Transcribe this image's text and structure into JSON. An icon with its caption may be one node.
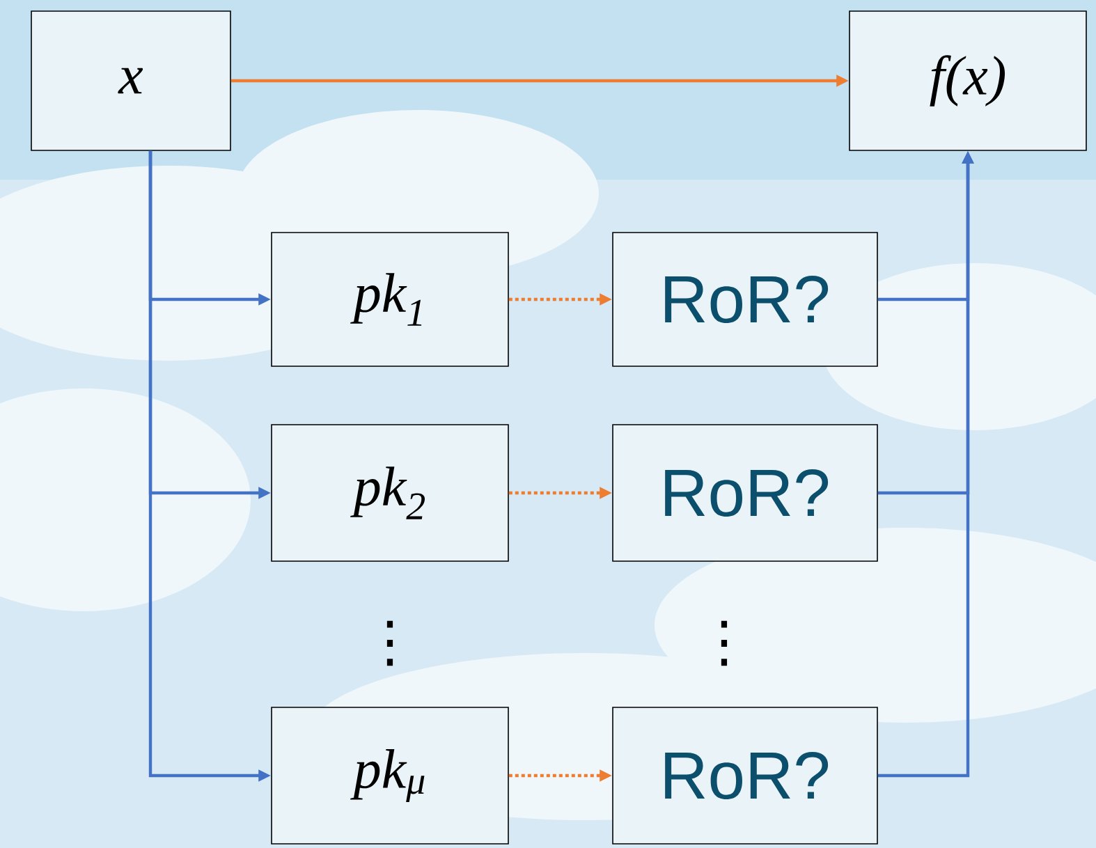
{
  "diagram": {
    "nodes": [
      {
        "text": [
          "x"
        ]
      },
      {
        "text": [
          "f(x)"
        ]
      },
      {
        "text": [
          "pk$_{1}$"
        ]
      },
      {
        "text": [
          "RoR?"
        ]
      },
      {
        "text": [
          "pk$_{2}$"
        ]
      },
      {
        "text": [
          "RoR?"
        ]
      },
      {
        "text": [
          "pk$_{μ}$"
        ]
      },
      {
        "text": [
          "RoR?"
        ]
      }
    ],
    "edges": [
      {
        "from": 0,
        "to": 1,
        "arrow": "to",
        "color": "#ed7d31"
      },
      {
        "from": 0,
        "to": 2,
        "arrow": "to"
      },
      {
        "from": 0,
        "to": 4,
        "arrow": "to"
      },
      {
        "from": 0,
        "to": 6,
        "arrow": "to"
      },
      {
        "from": 2,
        "to": 3,
        "arrow": "to",
        "style": "dashed",
        "color": "#ed7d31"
      },
      {
        "from": 4,
        "to": 5,
        "arrow": "to",
        "style": "dashed",
        "color": "#ed7d31"
      },
      {
        "from": 6,
        "to": 7,
        "arrow": "to",
        "style": "dashed",
        "color": "#ed7d31"
      },
      {
        "from": 3,
        "to": 1,
        "arrow": "to"
      },
      {
        "from": 5,
        "to": 1,
        "arrow": "to"
      },
      {
        "from": 7,
        "to": 1,
        "arrow": "to"
      }
    ],
    "labels": [
      "⋮",
      "⋮"
    ]
  }
}
